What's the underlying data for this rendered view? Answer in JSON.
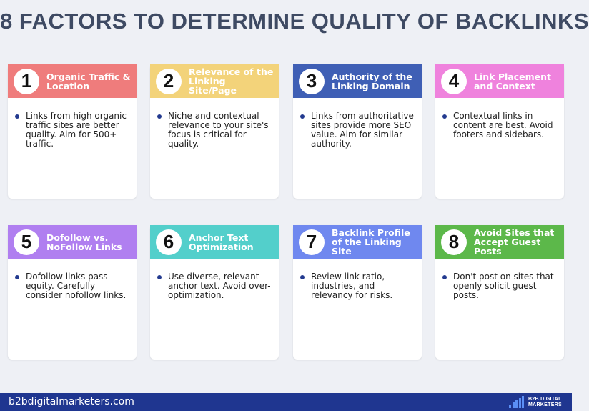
{
  "title": "8 FACTORS TO DETERMINE QUALITY OF BACKLINKS",
  "cards": [
    {
      "number": "1",
      "title": "Organic Traffic & Location",
      "text": "Links from high organic traffic sites are better quality. Aim for 500+ traffic.",
      "color": "#ef7c7c"
    },
    {
      "number": "2",
      "title": "Relevance of the Linking Site/Page",
      "text": "Niche and contextual relevance to your site's focus is critical for quality.",
      "color": "#f3d37a"
    },
    {
      "number": "3",
      "title": "Authority of the Linking Domain",
      "text": "Links from authoritative sites provide more SEO value. Aim for similar authority.",
      "color": "#3f5fb5"
    },
    {
      "number": "4",
      "title": "Link Placement and Context",
      "text": "Contextual links in content are best. Avoid footers and sidebars.",
      "color": "#ef82dd"
    },
    {
      "number": "5",
      "title": "Dofollow vs. NoFollow Links",
      "text": "Dofollow links pass equity. Carefully consider nofollow links.",
      "color": "#b07ff0"
    },
    {
      "number": "6",
      "title": "Anchor Text Optimization",
      "text": "Use diverse, relevant anchor text. Avoid over-optimization.",
      "color": "#53cfcb"
    },
    {
      "number": "7",
      "title": "Backlink Profile of the Linking Site",
      "text": "Review link ratio, industries, and relevancy for risks.",
      "color": "#6f88ef"
    },
    {
      "number": "8",
      "title": "Avoid Sites that Accept Guest Posts",
      "text": "Don't post on sites that openly solicit guest posts.",
      "color": "#5cb84a"
    }
  ],
  "footer": {
    "url": "b2bdigitalmarketers.com",
    "logo_line1": "B2B DIGITAL",
    "logo_line2": "MARKETERS"
  }
}
